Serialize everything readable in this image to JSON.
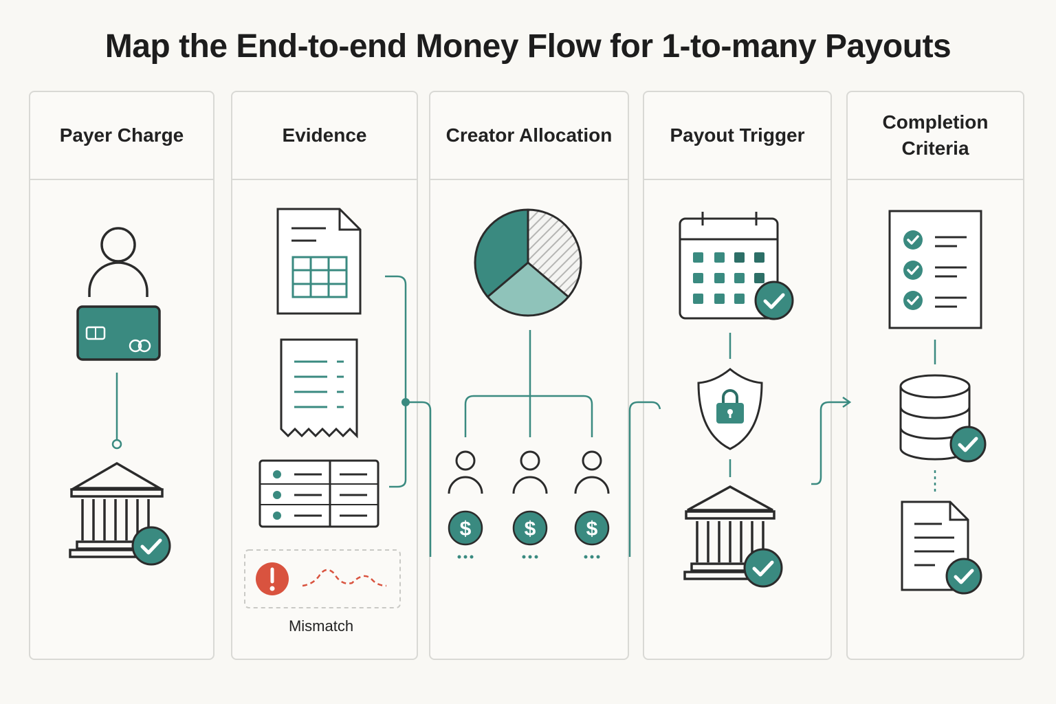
{
  "title": "Map the End-to-end Money Flow for 1-to-many Payouts",
  "colors": {
    "teal": "#3a8a80",
    "teal_light": "#8fc3ba",
    "ink": "#2b2b2b",
    "alert": "#d9533f",
    "border": "#d9d9d5"
  },
  "columns": [
    {
      "heading": "Payer Charge"
    },
    {
      "heading": "Evidence"
    },
    {
      "heading": "Creator Allocation"
    },
    {
      "heading": "Payout Trigger"
    },
    {
      "heading": "Completion Criteria"
    }
  ],
  "evidence": {
    "mismatch_label": "Mismatch"
  },
  "icons": [
    "person-icon",
    "credit-card-icon",
    "bank-icon",
    "check-badge-icon",
    "document-table-icon",
    "receipt-icon",
    "ledger-icon",
    "alert-icon",
    "pie-chart-icon",
    "creator-icon",
    "dollar-coin-icon",
    "calendar-icon",
    "shield-lock-icon",
    "checklist-icon",
    "database-icon",
    "file-icon"
  ]
}
